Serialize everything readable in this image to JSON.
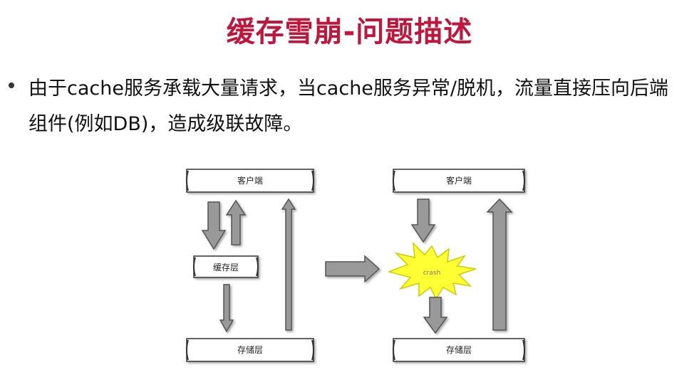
{
  "slide": {
    "title": "缓存雪崩-问题描述",
    "bullet_line1": "由于cache服务承载大量请求，当cache服务异常/脱机，流量直接压向后端",
    "bullet_line2": "组件(例如DB)，造成级联故障。"
  },
  "left_diagram": {
    "client_label": "客户端",
    "cache_label": "缓存层",
    "storage_label": "存储层"
  },
  "right_diagram": {
    "client_label": "客户端",
    "crash_label": "crash",
    "storage_label": "存储层"
  },
  "colors": {
    "title": "#c0163c",
    "arrow_fill": "#999999",
    "arrow_stroke": "#555555",
    "crash_fill": "#ffff33",
    "crash_stroke": "#cccc00"
  }
}
